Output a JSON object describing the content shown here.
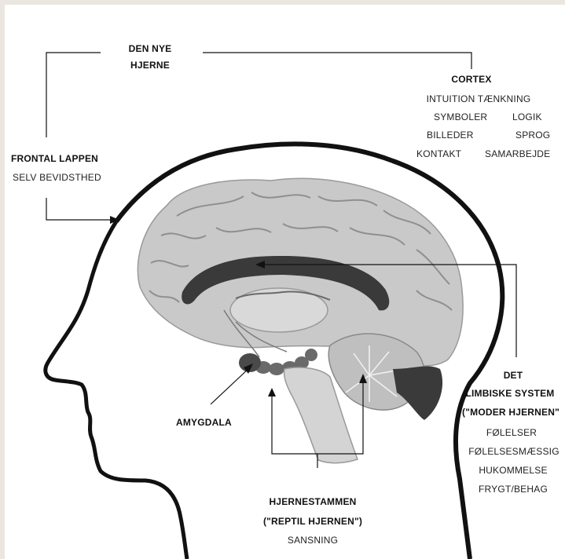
{
  "new_brain": {
    "line1": "DEN NYE",
    "line2": "HJERNE"
  },
  "cortex": {
    "title": "CORTEX",
    "row1": "INTUITION TÆNKNING",
    "row2_left": "SYMBOLER",
    "row2_right": "LOGIK",
    "row3_left": "BILLEDER",
    "row3_right": "SPROG",
    "row4_left": "KONTAKT",
    "row4_right": "SAMARBEJDE"
  },
  "frontal": {
    "title": "FRONTAL LAPPEN",
    "sub": "SELV BEVIDSTHED"
  },
  "amygdala": {
    "title": "AMYGDALA"
  },
  "limbic": {
    "line1": "DET",
    "line2": "LIMBISKE SYSTEM",
    "line3": "(\"MODER HJERNEN\"",
    "items": [
      "FØLELSER",
      "FØLELSESMÆSSIG",
      "HUKOMMELSE",
      "FRYGT/BEHAG"
    ]
  },
  "brainstem": {
    "title": "HJERNESTAMMEN",
    "sub": "(\"REPTIL HJERNEN\")",
    "item": "SANSNING"
  },
  "colors": {
    "background": "#ebe7e0",
    "paper": "#ffffff",
    "ink": "#111111",
    "cortex_gray": "#c9c9c9",
    "limbic_dark": "#3a3a3a"
  }
}
